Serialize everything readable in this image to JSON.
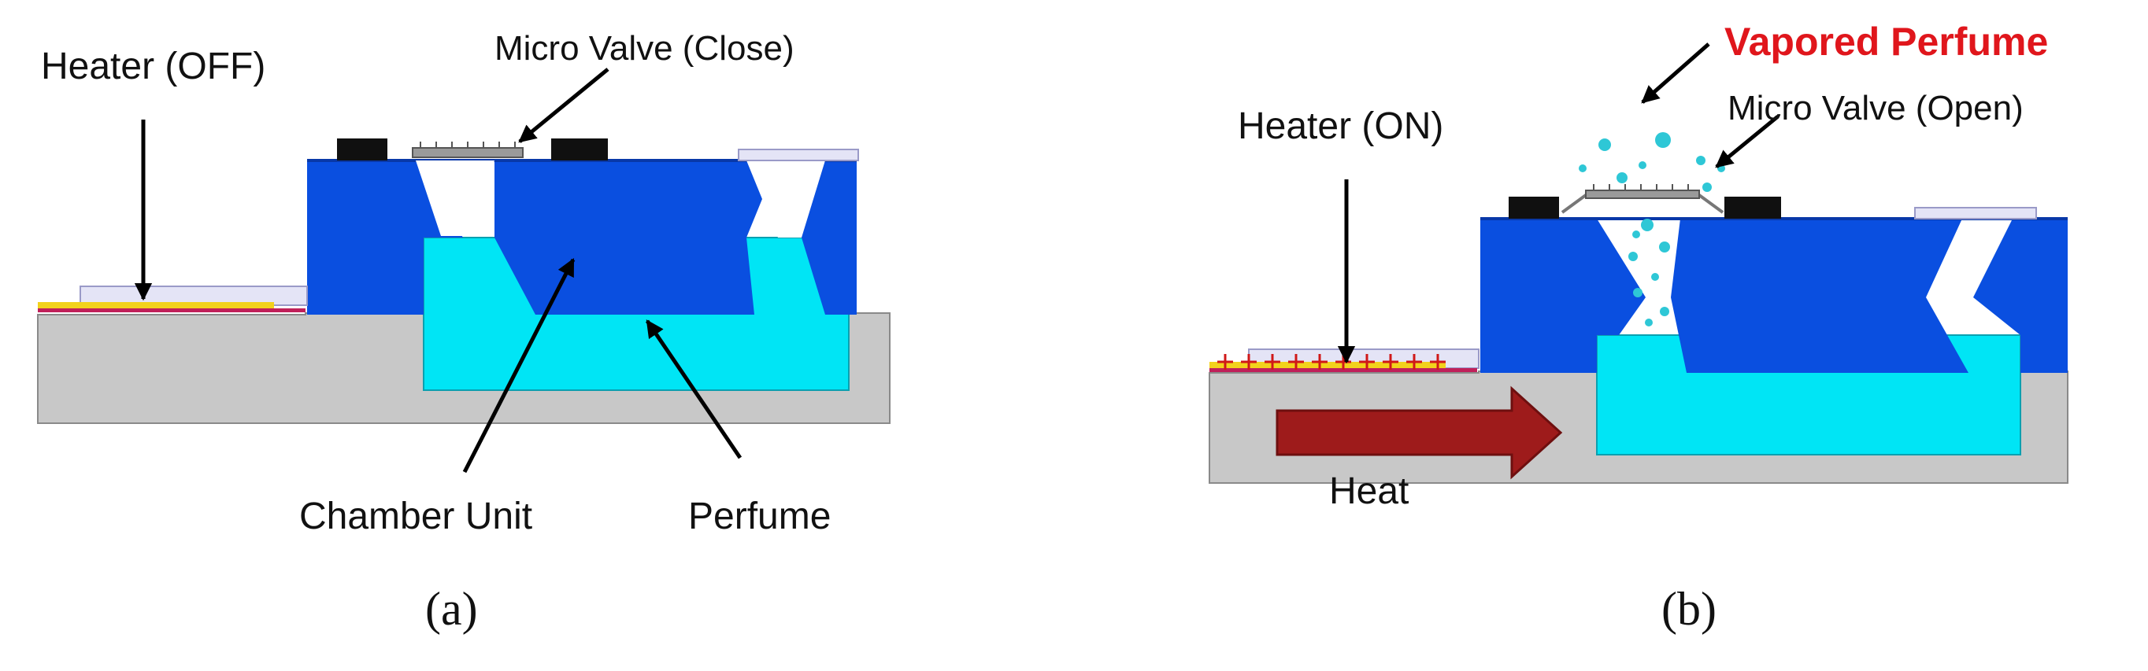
{
  "panel_a": {
    "heater_label": "Heater (OFF)",
    "valve_label": "Micro Valve (Close)",
    "chamber_label": "Chamber Unit",
    "perfume_label": "Perfume",
    "caption": "(a)"
  },
  "panel_b": {
    "vapor_label": "Vapored Perfume",
    "valve_label": "Micro Valve (Open)",
    "heater_label": "Heater (ON)",
    "heat_label": "Heat",
    "caption": "(b)"
  },
  "colors": {
    "substrate": "#c8c8c8",
    "chamber": "#0a4fe0",
    "perfume": "#00e5f5",
    "heater_strip": "#f2d21c",
    "heater_line": "#c0205a",
    "heat_arrow": "#9e1b1b",
    "vapor_title": "#e0161c",
    "droplet": "#2ec7d6",
    "pad": "#101010"
  }
}
